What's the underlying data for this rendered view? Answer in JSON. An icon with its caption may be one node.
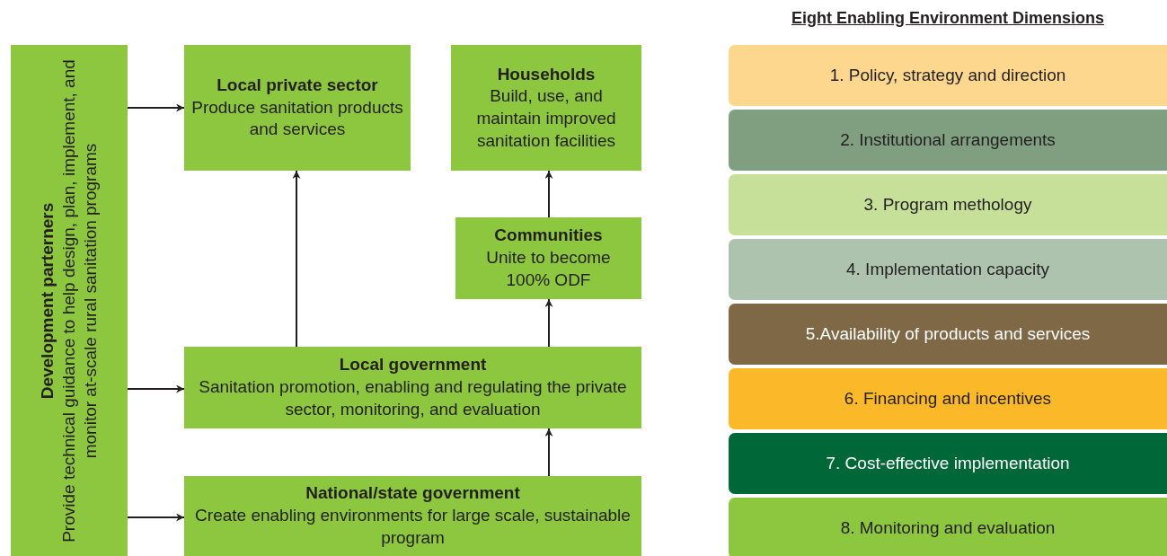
{
  "diagram": {
    "title": "Eight Enabling Environment Dimensions",
    "nodes": [
      {
        "text": [
          "Development parterners",
          "Provide technical guidance to help design, plan, implement, and monitor at-scale rural sanitation programs"
        ]
      },
      {
        "text": [
          "Local private sector",
          "Produce sanitation products and services"
        ]
      },
      {
        "text": [
          "Households",
          "Build, use, and maintain improved sanitation facilities"
        ]
      },
      {
        "text": [
          "Communities",
          "Unite to become 100% ODF"
        ]
      },
      {
        "text": [
          "Local government",
          "Sanitation promotion, enabling and regulating the private sector, monitoring, and evaluation"
        ]
      },
      {
        "text": [
          "National/state government",
          "Create enabling environments for large scale, sustainable program"
        ]
      },
      {
        "text": [
          "1. Policy, strategy and direction"
        ]
      },
      {
        "text": [
          "2. Institutional arrangements"
        ]
      },
      {
        "text": [
          "3. Program methology"
        ]
      },
      {
        "text": [
          "4. Implementation capacity"
        ]
      },
      {
        "text": [
          "5.Availability of products and services"
        ]
      },
      {
        "text": [
          "6. Financing and incentives"
        ]
      },
      {
        "text": [
          "7. Cost-effective implementation"
        ]
      },
      {
        "text": [
          "8. Monitoring and evaluation"
        ]
      }
    ],
    "edges": [
      {
        "from": 0,
        "to": 1,
        "arrow": "to"
      },
      {
        "from": 0,
        "to": 4,
        "arrow": "to"
      },
      {
        "from": 0,
        "to": 5,
        "arrow": "to"
      },
      {
        "from": 4,
        "to": 1,
        "arrow": "to"
      },
      {
        "from": 3,
        "to": 2,
        "arrow": "to"
      },
      {
        "from": 4,
        "to": 3,
        "arrow": "to"
      },
      {
        "from": 5,
        "to": 4,
        "arrow": "to"
      }
    ]
  }
}
